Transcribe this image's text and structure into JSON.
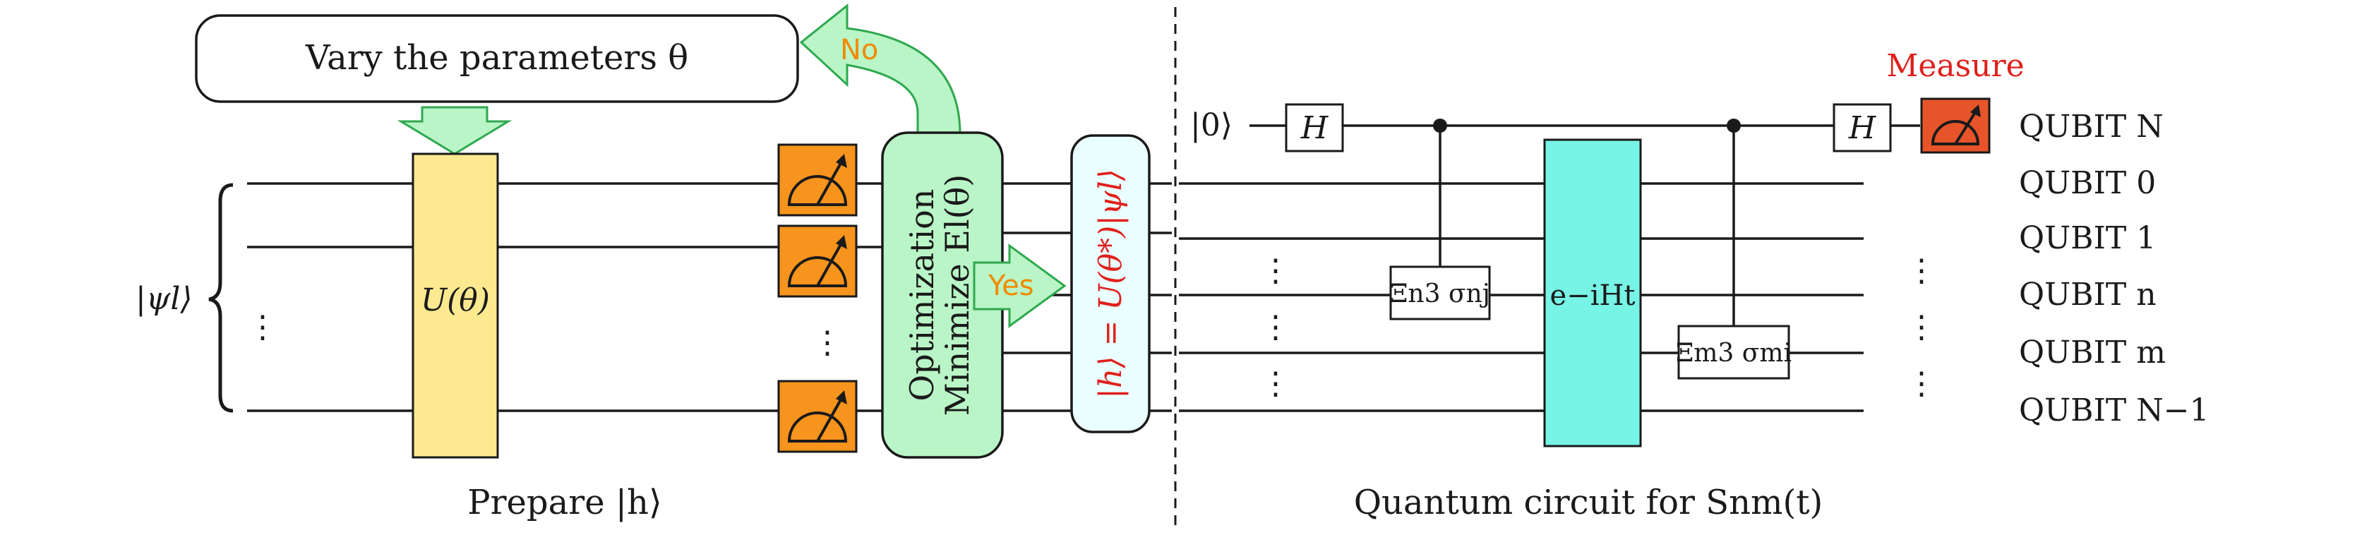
{
  "left_panel": {
    "vary_box_text": "Vary the parameters θ",
    "no_label": "No",
    "yes_label": "Yes",
    "psi_label": "|ψl⟩",
    "unitary_label": "U(θ)",
    "optimization_line1": "Optimization",
    "optimization_line2": "Minimize El(θ)",
    "result_label": "|h⟩ = U(θ*)|ψl⟩",
    "prepare_caption": "Prepare |h⟩",
    "vdots": "⋮"
  },
  "right_panel": {
    "ket0_label": "|0⟩",
    "hadamard_label": "H",
    "xi_n_label": "Ξn3 σnj",
    "xi_m_label": "Ξm3 σmi",
    "evolution_label": "e−iHt",
    "measure_label": "Measure",
    "qubit_labels": [
      "QUBIT N",
      "QUBIT 0",
      "QUBIT 1",
      "QUBIT n",
      "QUBIT m",
      "QUBIT N−1"
    ],
    "caption": "Quantum circuit for Snm(t)",
    "vdots": "⋮"
  },
  "colors": {
    "green_fill": "#b9f5c6",
    "green_stroke": "#2fa84f",
    "yellow_fill": "#fde98f",
    "orange_meter": "#f7941d",
    "red_meter": "#e8542a",
    "cyan_block": "#77f4e6",
    "light_cyan": "#eaffff",
    "red_text": "#e0201c",
    "orange_text": "#f08a00"
  }
}
